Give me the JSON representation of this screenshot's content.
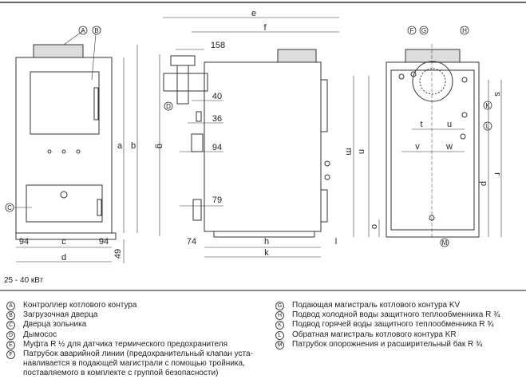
{
  "power_range": "25 - 40 кВт",
  "drawing": {
    "callouts": {
      "A": "A",
      "B": "B",
      "C": "C",
      "D": "D",
      "F": "F",
      "G": "G",
      "H": "H",
      "K": "K",
      "L": "L",
      "M": "M"
    },
    "front_dims": {
      "a": "a",
      "b": "b",
      "c": "c",
      "d": "d",
      "left_94": "94",
      "right_94": "94",
      "base_49": "49"
    },
    "side_dims": {
      "e": "e",
      "f": "f",
      "g": "g",
      "d158": "158",
      "d40": "40",
      "d36": "36",
      "d94": "94",
      "d79": "79",
      "d74": "74",
      "h": "h",
      "k": "k",
      "l": "l",
      "m": "m"
    },
    "rear_dims": {
      "n": "n",
      "o": "o",
      "p": "p",
      "r": "r",
      "s": "s",
      "t": "t",
      "u": "u",
      "v": "v",
      "w": "w"
    }
  },
  "legend_left": [
    {
      "key": "A",
      "text": "Контроллер котлового контура"
    },
    {
      "key": "B",
      "text": "Загрузочная дверца"
    },
    {
      "key": "C",
      "text": "Дверца зольника"
    },
    {
      "key": "D",
      "text": "Дымосос"
    },
    {
      "key": "E",
      "text": "Муфта R ½ для датчика термического предохранителя"
    },
    {
      "key": "F",
      "text": "Патрубок аварийной линии (предохранительный клапан уста-навливается в подающей магистрали с помощью тройника, поставляемого в комплекте с группой безопасности)"
    }
  ],
  "legend_right": [
    {
      "key": "G",
      "text": "Подающая магистраль котлового контура KV"
    },
    {
      "key": "H",
      "text": "Подвод холодной воды защитного теплообменника R ¾"
    },
    {
      "key": "K",
      "text": "Подвод горячей воды защитного теплообменника R ¾"
    },
    {
      "key": "L",
      "text": "Обратная магистраль котлового контура KR"
    },
    {
      "key": "M",
      "text": "Патрубок опорожнения и расширительный бак R ¾"
    }
  ]
}
